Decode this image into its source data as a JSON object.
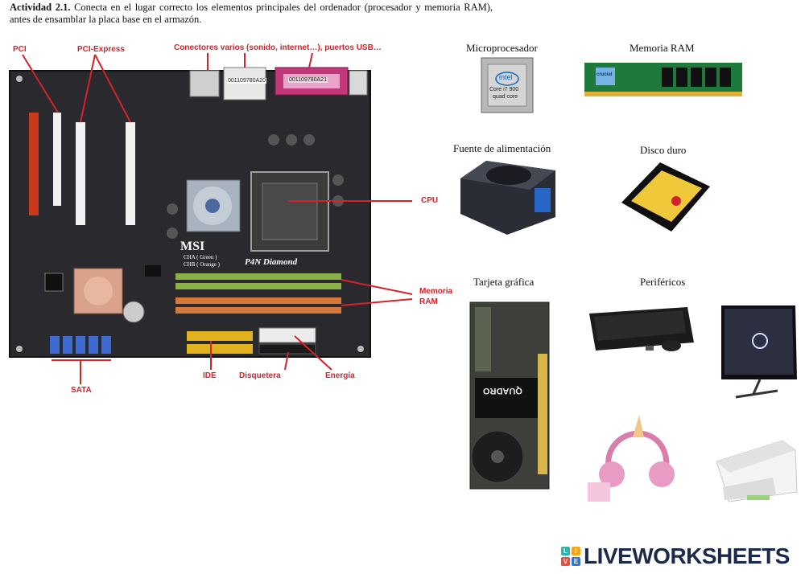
{
  "intro": {
    "title": "Actividad 2.1.",
    "text": " Conecta en el lugar correcto los elementos principales del ordenador (procesador y memoria RAM), antes de ensamblar la placa base en el armazón."
  },
  "board_labels": {
    "pci": "PCI",
    "pci_express": "PCI-Express",
    "conectores": "Conectores varios (sonido, internet…), puertos USB…",
    "cpu": "CPU",
    "memoria_ram_1": "Memoria",
    "memoria_ram_2": "RAM",
    "sata": "SATA",
    "ide": "IDE",
    "disquetera": "Disquetera",
    "energia": "Energía"
  },
  "board_print": {
    "brand": "MSI",
    "model": "P4N Diamond",
    "cha": "CHA ( Green )",
    "chb": "CHB ( Orange )",
    "serial_1": "001109780A20",
    "serial_2": "001109780A21"
  },
  "components": {
    "microprocesador": "Microprocesador",
    "memoria_ram": "Memoria RAM",
    "fuente": "Fuente de alimentación",
    "disco": "Disco duro",
    "tarjeta": "Tarjeta gráfica",
    "perifericos": "Periféricos"
  },
  "cpu_print": {
    "brand": "intel",
    "line1": "Core i7 900",
    "line2": "quad core"
  },
  "ram_print": {
    "brand": "crucial"
  },
  "gpu_print": {
    "brand": "QUADRO"
  },
  "brand": {
    "cube": [
      "L",
      "I",
      "V",
      "E"
    ],
    "text": "LIVEWORKSHEETS"
  },
  "colors": {
    "label_red": "#d3232a",
    "board": "#2a2a2e",
    "ram_green": "#8ab04a",
    "ram_orange": "#d7793a",
    "ram_stick": "#1e7a3c",
    "brand_navy": "#1b2a4a"
  }
}
